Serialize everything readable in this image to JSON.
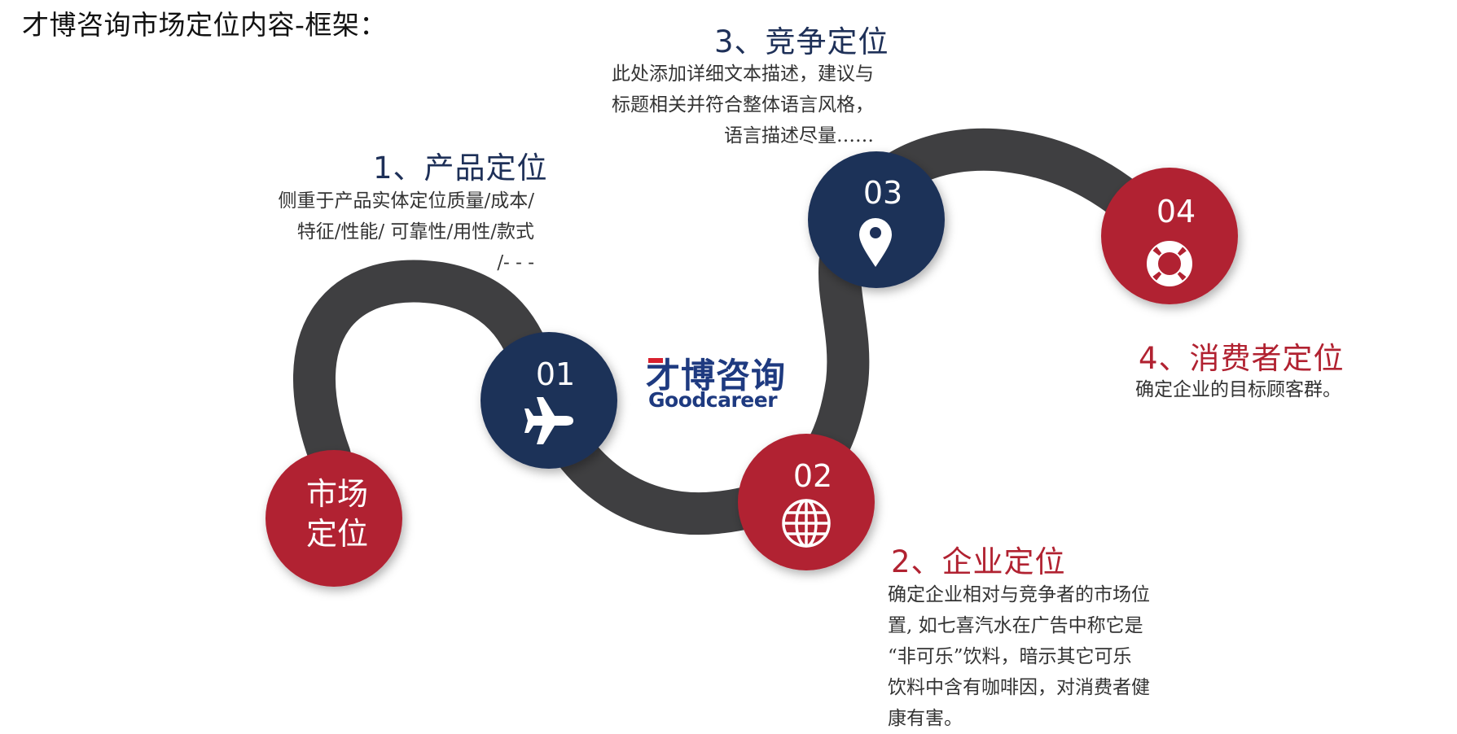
{
  "title": "才博咨询市场定位内容-框架：",
  "center": {
    "line1": "市场",
    "line2": "定位"
  },
  "logo": {
    "cn": "才博咨询",
    "en": "Goodcareer"
  },
  "steps": [
    {
      "number": "01",
      "heading": "1、产品定位",
      "icon": "airplane-icon",
      "color": "#1e3058",
      "lines": [
        "侧重于产品实体定位质量/成本/",
        "特征/性能/ 可靠性/用性/款式",
        "/- - -"
      ]
    },
    {
      "number": "02",
      "heading": "2、企业定位",
      "icon": "globe-icon",
      "color": "#b12231",
      "lines": [
        "确定企业相对与竞争者的市场位",
        "置, 如七喜汽水在广告中称它是",
        "“非可乐”饮料，暗示其它可乐",
        "饮料中含有咖啡因，对消费者健",
        "康有害。"
      ]
    },
    {
      "number": "03",
      "heading": "3、竞争定位",
      "icon": "map-pin-icon",
      "color": "#1e3058",
      "lines": [
        "此处添加详细文本描述，建议与",
        "标题相关并符合整体语言风格，",
        "语言描述尽量……"
      ]
    },
    {
      "number": "04",
      "heading": "4、消费者定位",
      "icon": "lifebuoy-icon",
      "color": "#b12231",
      "lines": [
        "确定企业的目标顾客群。"
      ]
    }
  ],
  "colors": {
    "navy": "#1e3058",
    "red": "#b12231",
    "path": "#3f3f41"
  }
}
